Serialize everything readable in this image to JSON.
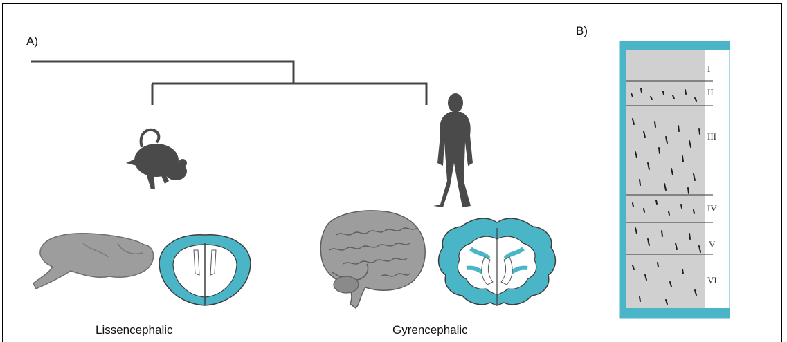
{
  "panel_a": {
    "label": "A)"
  },
  "panel_b": {
    "label": "B)"
  },
  "captions": {
    "lissencephalic": "Lissencephalic",
    "gyrencephalic": "Gyrencephalic"
  },
  "cortex_layers": [
    "I",
    "II",
    "III",
    "IV",
    "V",
    "VI"
  ],
  "colors": {
    "accent": "#4bb5c8",
    "silhouette": "#4a4a4a",
    "brain_gray": "#9d9d9d",
    "tree": "#444444"
  }
}
